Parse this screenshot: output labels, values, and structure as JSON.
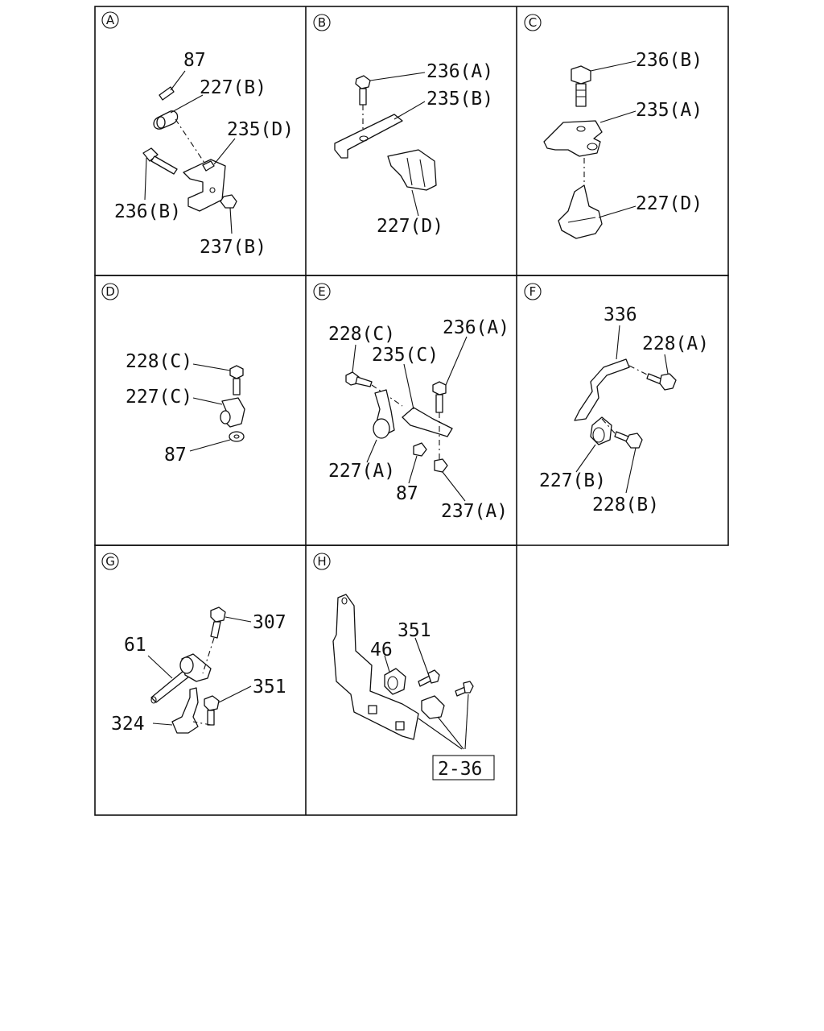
{
  "panels": [
    {
      "id": "A",
      "labels": [
        "87",
        "227(B)",
        "235(D)",
        "236(B)",
        "237(B)"
      ]
    },
    {
      "id": "B",
      "labels": [
        "236(A)",
        "235(B)",
        "227(D)"
      ]
    },
    {
      "id": "C",
      "labels": [
        "236(B)",
        "235(A)",
        "227(D)"
      ]
    },
    {
      "id": "D",
      "labels": [
        "228(C)",
        "227(C)",
        "87"
      ]
    },
    {
      "id": "E",
      "labels": [
        "228(C)",
        "236(A)",
        "235(C)",
        "227(A)",
        "87",
        "237(A)"
      ]
    },
    {
      "id": "F",
      "labels": [
        "336",
        "228(A)",
        "227(B)",
        "228(B)"
      ]
    },
    {
      "id": "G",
      "labels": [
        "307",
        "61",
        "351",
        "324"
      ]
    },
    {
      "id": "H",
      "labels": [
        "351",
        "46",
        "2-36"
      ]
    }
  ]
}
